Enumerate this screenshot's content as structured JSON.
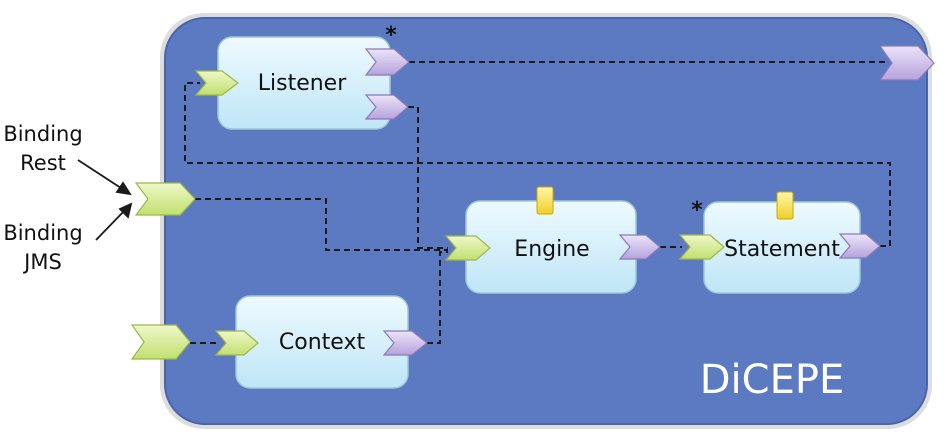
{
  "composite": {
    "label": "DiCEPE"
  },
  "components": {
    "listener": {
      "label": "Listener"
    },
    "engine": {
      "label": "Engine"
    },
    "statement": {
      "label": "Statement"
    },
    "context": {
      "label": "Context"
    }
  },
  "external_labels": {
    "binding_rest_line1": "Binding",
    "binding_rest_line2": "Rest",
    "binding_jms_line1": "Binding",
    "binding_jms_line2": "JMS"
  },
  "multiplicity": {
    "listener_out": "*",
    "statement_in": "*"
  },
  "colors": {
    "composite_fill": "#5b7ac2",
    "composite_border": "#4a64a8",
    "component_fill": "#d6f0fb",
    "service_fill": "#d4ec84",
    "reference_fill": "#c6b6e6",
    "property_fill": "#f6e24c",
    "wire": "#1a1a1a"
  }
}
